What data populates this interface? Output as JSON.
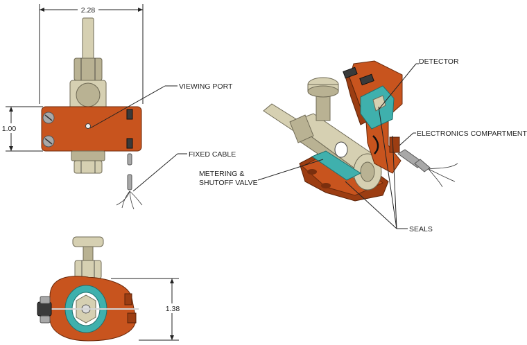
{
  "dimensions": {
    "width_top": "2.28",
    "height_front": "1.00",
    "height_side": "1.38"
  },
  "callouts": {
    "viewing_port": "VIEWING PORT",
    "fixed_cable": "FIXED CABLE",
    "metering_line1": "METERING &",
    "metering_line2": "SHUTOFF VALVE",
    "detector": "DETECTOR",
    "electronics": "ELECTRONICS COMPARTMENT",
    "seals": "SEALS"
  },
  "colors": {
    "body": "#c8541e",
    "brass": "#d6d0b2",
    "seal": "#3fb0ad"
  }
}
